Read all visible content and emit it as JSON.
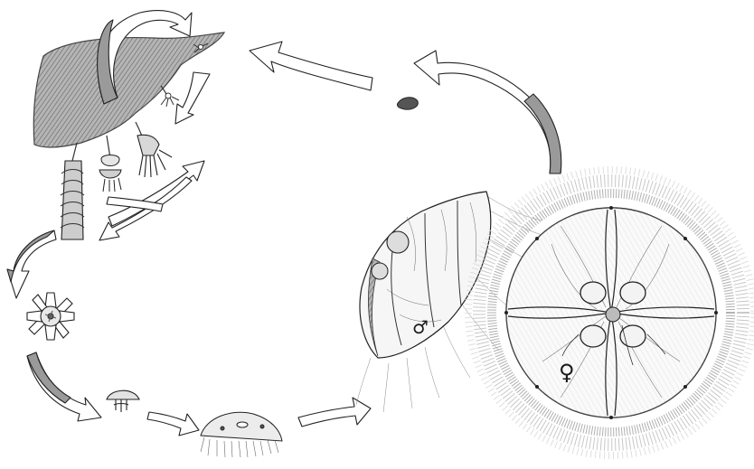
{
  "diagram": {
    "stages": [
      {
        "id": "planula-larva",
        "kind": "illustration"
      },
      {
        "id": "polyp-colony-on-substrate",
        "kind": "illustration"
      },
      {
        "id": "strobila",
        "kind": "illustration"
      },
      {
        "id": "ephyra",
        "kind": "illustration"
      },
      {
        "id": "young-medusa",
        "kind": "illustration"
      },
      {
        "id": "juvenile-medusa",
        "kind": "illustration"
      },
      {
        "id": "male-medusa",
        "kind": "illustration"
      },
      {
        "id": "female-medusa",
        "kind": "illustration"
      }
    ],
    "symbols": {
      "male": "♂",
      "female": "♀"
    },
    "colors": {
      "ink": "#1a1a1a",
      "arrow_fill": "#ffffff",
      "arrow_shade": "#9a9a9a",
      "substrate": "#8c8c8c"
    }
  }
}
